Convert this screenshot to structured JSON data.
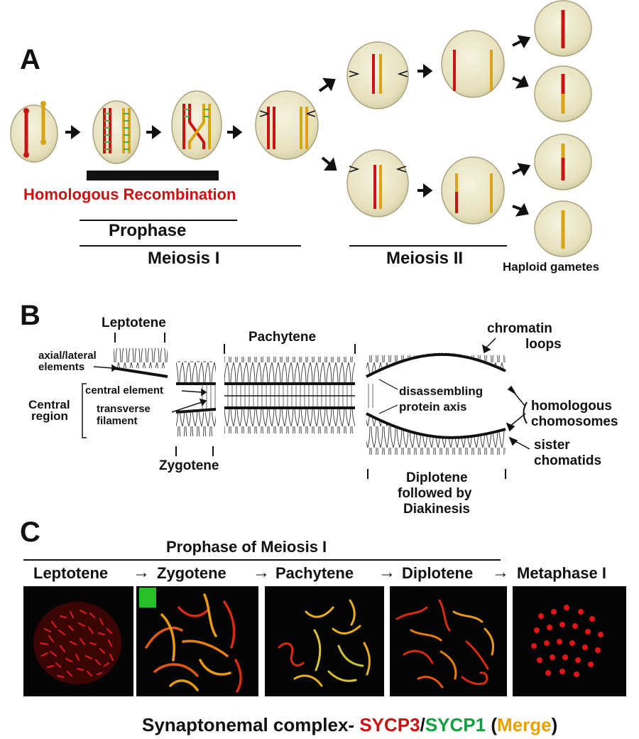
{
  "panel_a": {
    "letter": "A",
    "homologous_recombination": "Homologous Recombination",
    "prophase": "Prophase",
    "meiosis_i": "Meiosis I",
    "meiosis_ii": "Meiosis II",
    "haploid_gametes": "Haploid gametes"
  },
  "panel_b": {
    "letter": "B",
    "leptotene": "Leptotene",
    "pachytene": "Pachytene",
    "zygotene": "Zygotene",
    "axial_lateral_1": "axial/lateral",
    "axial_lateral_2": "elements",
    "central_region_1": "Central",
    "central_region_2": "region",
    "central_element": "central element",
    "transverse_1": "transverse",
    "transverse_2": "filament",
    "disassembling_1": "disassembling",
    "disassembling_2": "protein axis",
    "chromatin_1": "chromatin",
    "chromatin_2": "loops",
    "homologous_1": "homologous",
    "homologous_2": "chomosomes",
    "sister_1": "sister",
    "sister_2": "chomatids",
    "diplotene_1": "Diplotene",
    "diplotene_2": "followed by",
    "diplotene_3": "Diakinesis"
  },
  "panel_c": {
    "letter": "C",
    "title": "Prophase of Meiosis I",
    "stages": [
      "Leptotene",
      "Zygotene",
      "Pachytene",
      "Diplotene",
      "Metaphase I"
    ],
    "caption_prefix": "Synaptonemal complex-",
    "sycp3": "SYCP3",
    "slash": "/",
    "sycp1": "SYCP1",
    "paren_open": "(",
    "merge": "Merge",
    "paren_close": ")"
  },
  "colors": {
    "red_text": "#cc1111",
    "green_text": "#11a040",
    "orange_text": "#e8a000",
    "cell_fill": "#e9e4c4",
    "chrom_red": "#c81414",
    "chrom_yellow": "#d9a514",
    "micro_bg": "#050505"
  }
}
